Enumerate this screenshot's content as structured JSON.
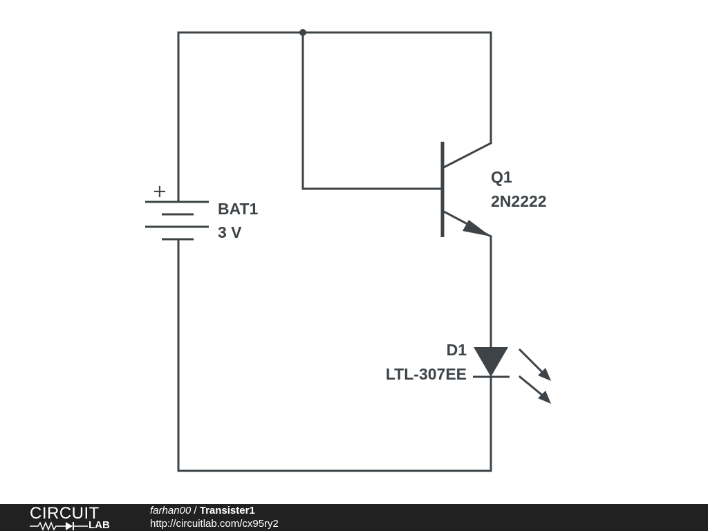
{
  "components": {
    "battery": {
      "ref": "BAT1",
      "value": "3 V",
      "plus": "+"
    },
    "transistor": {
      "ref": "Q1",
      "part": "2N2222"
    },
    "led": {
      "ref": "D1",
      "part": "LTL-307EE"
    }
  },
  "footer": {
    "logo_top": "CIRCUIT",
    "logo_bottom": "LAB",
    "user": "farhan00",
    "separator": " / ",
    "title": "Transister1",
    "url": "http://circuitlab.com/cx95ry2"
  }
}
